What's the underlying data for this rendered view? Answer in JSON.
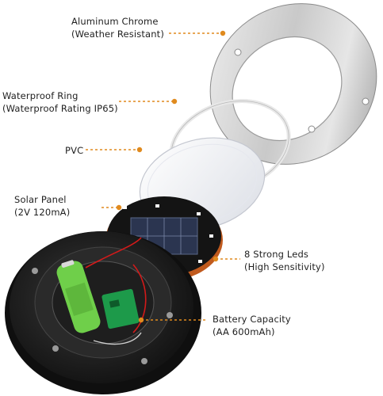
{
  "callouts": {
    "chrome": {
      "line1": "Aluminum Chrome",
      "line2": "(Weather Resistant)"
    },
    "ring": {
      "line1": "Waterproof Ring",
      "line2": "(Waterproof Rating IP65)"
    },
    "pvc": {
      "line1": "PVC"
    },
    "solar": {
      "line1": "Solar Panel",
      "line2": "(2V  120mA)"
    },
    "leds": {
      "line1": "8 Strong Leds",
      "line2": "(High Sensitivity)"
    },
    "battery": {
      "line1": "Battery Capacity",
      "line2": "(AA 600mAh)"
    }
  },
  "colors": {
    "leader": "#e08a1e",
    "chrome_light": "#e4e4e4",
    "chrome_dark": "#9a9a9a",
    "base": "#1c1c1c",
    "pcb": "#1d9a4a",
    "battery": "#6fcf4a",
    "solar_cell": "#2b3550",
    "copper": "#c05a1e"
  }
}
